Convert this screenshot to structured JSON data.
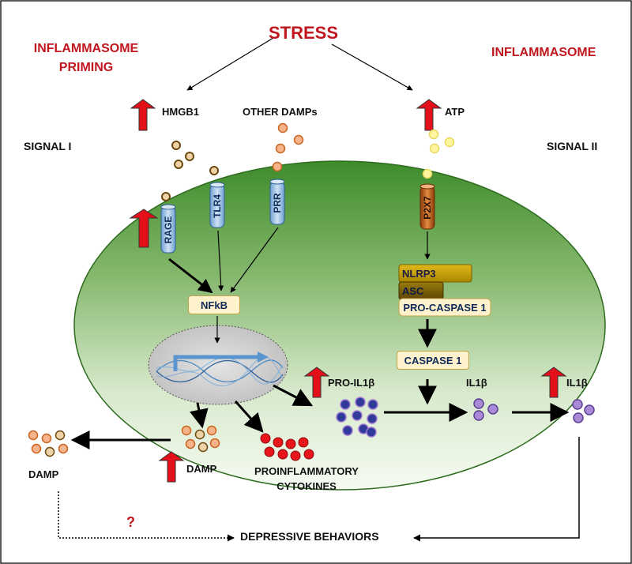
{
  "title": "STRESS",
  "left_header": [
    "INFLAMMASOME",
    "PRIMING"
  ],
  "right_header": "INFLAMMASOME",
  "signal_left": "SIGNAL I",
  "signal_right": "SIGNAL II",
  "hmgb1": "HMGB1",
  "other_damps": "OTHER DAMPs",
  "atp": "ATP",
  "receptors": {
    "rage": "RAGE",
    "tlr4": "TLR4",
    "prr": "PRR",
    "p2x7": "P2X7"
  },
  "nfkb": "NFkB",
  "nlrp3": "NLRP3",
  "asc": "ASC",
  "pro_caspase": "PRO-CASPASE 1",
  "caspase": "CASPASE 1",
  "pro_il1b": "PRO-IL1β",
  "il1b_inner": "IL1β",
  "il1b_outer": "IL1β",
  "damp_inner": "DAMP",
  "damp_outer": "DAMP",
  "cytokines": [
    "PROINFLAMMATORY",
    "CYTOKINES"
  ],
  "question": "?",
  "depressive": "DEPRESSIVE BEHAVIORS",
  "colors": {
    "accent_red": "#c0171f",
    "cell_green_dark": "#3d8a2a",
    "cell_green_light": "#f2f8ee",
    "receptor_blue": "#9dc3e6",
    "p2x7_orange": "#c55a11",
    "nlrp3_gold": "#c9a200",
    "asc_olive": "#7f6000",
    "pale_yellow": "#fff2cc"
  }
}
